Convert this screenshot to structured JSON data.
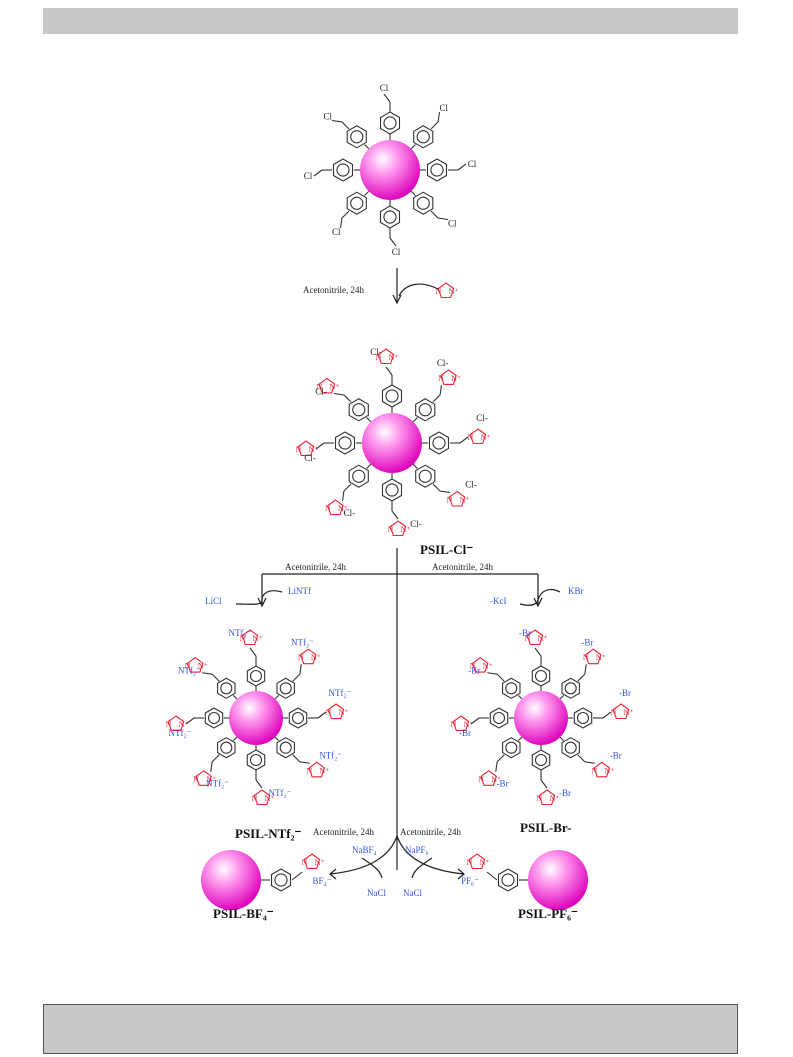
{
  "colors": {
    "sphere": "#ff33dd",
    "anion_blue": "#3355dd",
    "imidazolium_red": "#ee2233",
    "bar_gray": "#c8c8c8"
  },
  "labels": {
    "psil_cl": "PSIL-Cl⁻",
    "psil_ntf2": "PSIL-NTf₂⁻",
    "psil_br": "PSIL-Br-",
    "psil_bf4": "PSIL-BF₄⁻",
    "psil_pf6": "PSIL-PF₆⁻"
  },
  "conditions": {
    "step1": "Acetonitrile, 24h",
    "left_branch": "Acetonitrile, 24h",
    "right_branch": "Acetonitrile, 24h",
    "bf4_branch": "Acetonitrile, 24h",
    "pf6_branch": "Acetonitrile, 24h"
  },
  "reagents": {
    "lintf": "LiNTf",
    "licl": "LiCl",
    "kbr": "KBr",
    "kcl": "-KcI",
    "nabf4": "NaBF₄",
    "napf6": "NaPF₆",
    "nacl_left": "NaCl",
    "nacl_right": "NaCl"
  },
  "atoms": {
    "cl": "Cl",
    "cl_minus": "Cl-",
    "n": "N",
    "n_plus": "N⁺",
    "ntf2": "NTf₂⁻",
    "br": "-Br",
    "bf4": "BF₄⁻",
    "pf6": "PF₆⁻"
  }
}
